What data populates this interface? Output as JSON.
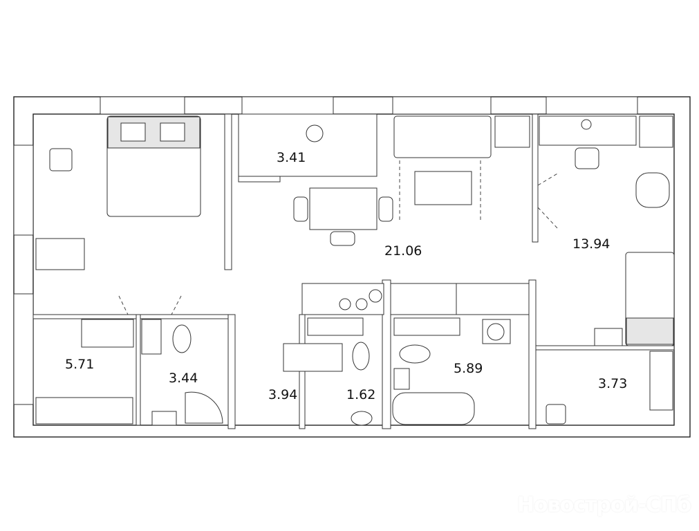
{
  "floor_plan": {
    "rooms": [
      {
        "id": "loggia",
        "area": "3.41"
      },
      {
        "id": "living-kitchen",
        "area": "21.06"
      },
      {
        "id": "bedroom-right",
        "area": "13.94"
      },
      {
        "id": "hall-left",
        "area": "5.71"
      },
      {
        "id": "bathroom-left",
        "area": "3.44"
      },
      {
        "id": "corridor",
        "area": "3.94"
      },
      {
        "id": "wc",
        "area": "1.62"
      },
      {
        "id": "bathroom-main",
        "area": "5.89"
      },
      {
        "id": "hall-right",
        "area": "3.73"
      }
    ]
  },
  "watermark": "Новострой-СПб"
}
